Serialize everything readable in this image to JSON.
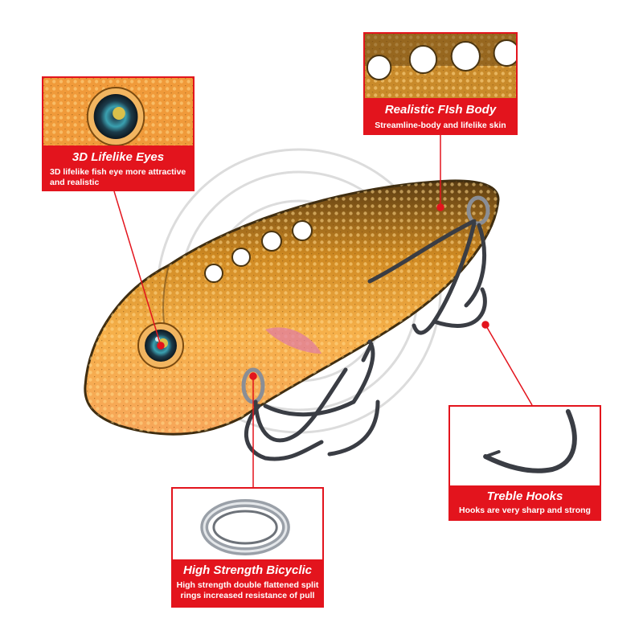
{
  "colors": {
    "accent_red": "#e3141d",
    "lure_orange": "#f2a33a",
    "lure_dark": "#6b4a1a",
    "hook_metal": "#3a3d44"
  },
  "callouts": {
    "eyes": {
      "title": "3D Lifelike  Eyes",
      "line1": "3D lifelike fish eye more attractive",
      "line2": " and realistic"
    },
    "body": {
      "title": "Realistic FIsh Body",
      "line1": "Streamline-body and lifelike skin"
    },
    "hooks": {
      "title": "Treble Hooks",
      "line1": "Hooks are very sharp and strong"
    },
    "ring": {
      "title": "High Strength Bicyclic",
      "line1": "High strength double flattened split",
      "line2": "rings increased resistance of pull"
    }
  }
}
